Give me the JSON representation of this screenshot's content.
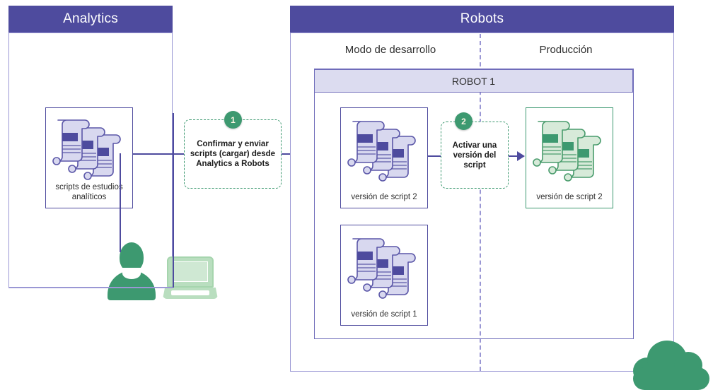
{
  "diagram": {
    "title_analytics": "Analytics",
    "title_robots": "Robots"
  },
  "panels": {
    "analytics": {
      "header": "Analytics",
      "header_color": "#4e4b9e",
      "border_color": "#9a97d4",
      "card": {
        "label_line1": "scripts de estudios",
        "label_line2": "analíticos",
        "icon": "script-stack-icon",
        "icon_color": "#4e4b9e"
      },
      "person_icon": "person-icon",
      "person_color": "#3d9970",
      "laptop_icon": "laptop-icon",
      "laptop_color": "#b9debf"
    },
    "robots": {
      "header": "Robots",
      "header_color": "#4e4b9e",
      "border_color": "#9a97d4",
      "columns": [
        {
          "caption": "Modo de desarrollo"
        },
        {
          "caption": "Producción"
        }
      ],
      "divider": "dashed-vertical-divider",
      "robot_group": {
        "title": "ROBOT 1",
        "title_fill": "#dcdcf0",
        "cards": [
          {
            "label": "versión de script 2",
            "zone": "desarrollo",
            "color": "#4e4b9e",
            "icon": "script-stack-icon"
          },
          {
            "label": "versión de script 1",
            "zone": "desarrollo",
            "color": "#4e4b9e",
            "icon": "script-stack-icon"
          },
          {
            "label": "versión de script 2",
            "zone": "produccion",
            "color": "#3d9970",
            "icon": "script-stack-icon-green"
          }
        ]
      },
      "cloud_icon": "cloud-icon",
      "cloud_color": "#3d9970"
    }
  },
  "steps": [
    {
      "number": "1",
      "text": "Confirmar y enviar scripts (cargar) desde Analytics a Robots",
      "badge_color": "#3d9970",
      "border_color": "#3d9970"
    },
    {
      "number": "2",
      "text": "Activar una versión del script",
      "badge_color": "#3d9970",
      "border_color": "#3d9970"
    }
  ],
  "connectors": {
    "arrow_color": "#4e4b9e"
  }
}
